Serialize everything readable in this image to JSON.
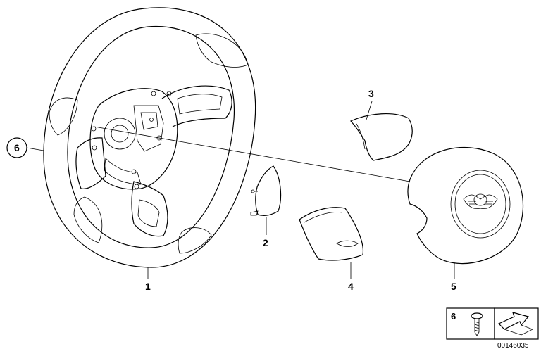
{
  "callouts": {
    "p1": "1",
    "p2": "2",
    "p3": "3",
    "p4": "4",
    "p5": "5",
    "p6": "6"
  },
  "legend": {
    "item_number": "6"
  },
  "drawing_number": "00146035"
}
